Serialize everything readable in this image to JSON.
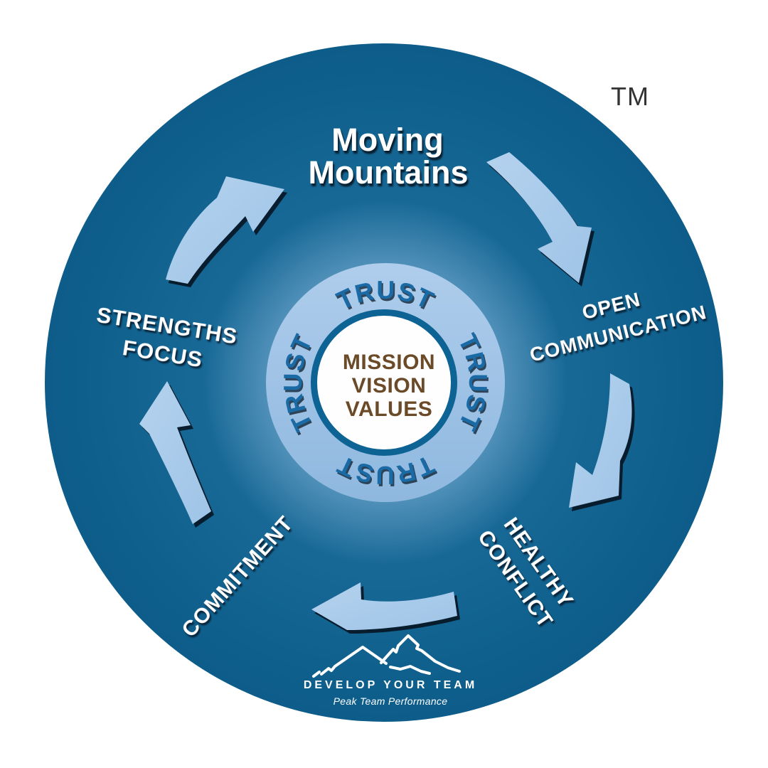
{
  "trademark": "TM",
  "title": {
    "line1": "Moving",
    "line2": "Mountains"
  },
  "stages": {
    "open_communication": {
      "line1": "OPEN",
      "line2": "COMMUNICATION"
    },
    "healthy_conflict": {
      "line1": "HEALTHY",
      "line2": "CONFLICT"
    },
    "commitment": {
      "label": "COMMITMENT"
    },
    "strengths_focus": {
      "line1": "STRENGTHS",
      "line2": "FOCUS"
    }
  },
  "core": {
    "trust": "TRUST",
    "lines": [
      "MISSION",
      "VISION",
      "VALUES"
    ]
  },
  "logo": {
    "brand": "DEVELOP YOUR TEAM",
    "tagline": "Peak Team Performance"
  },
  "colors": {
    "outer_circle": "#136690",
    "trust_ring": "#a6c8e8",
    "arrow": "#a9cbe9",
    "core_text": "#6b4a28",
    "trust_text": "#1a6ba5",
    "label_text": "#ffffff",
    "trademark_text": "#333333"
  }
}
